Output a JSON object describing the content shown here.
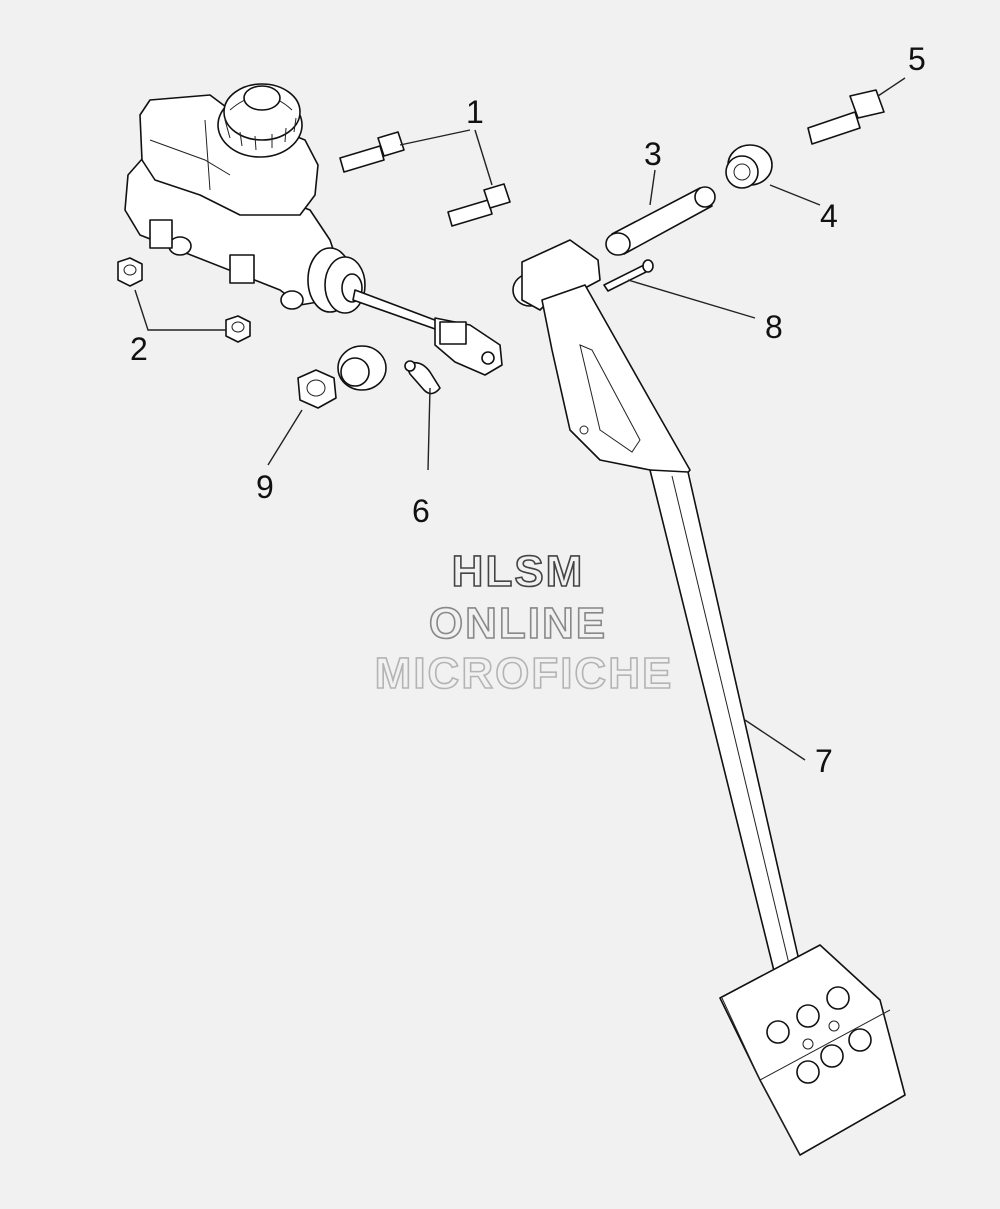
{
  "diagram": {
    "callouts": [
      {
        "id": "1",
        "label": "1"
      },
      {
        "id": "2",
        "label": "2"
      },
      {
        "id": "3",
        "label": "3"
      },
      {
        "id": "4",
        "label": "4"
      },
      {
        "id": "5",
        "label": "5"
      },
      {
        "id": "6",
        "label": "6"
      },
      {
        "id": "7",
        "label": "7"
      },
      {
        "id": "8",
        "label": "8"
      },
      {
        "id": "9",
        "label": "9"
      }
    ],
    "watermark": {
      "line1": "HLSM",
      "line2": "ONLINE",
      "line3": "MICROFICHE"
    }
  },
  "colors": {
    "background": "#f1f1f1",
    "line": "#111111",
    "watermark": "#9a9a9a"
  }
}
